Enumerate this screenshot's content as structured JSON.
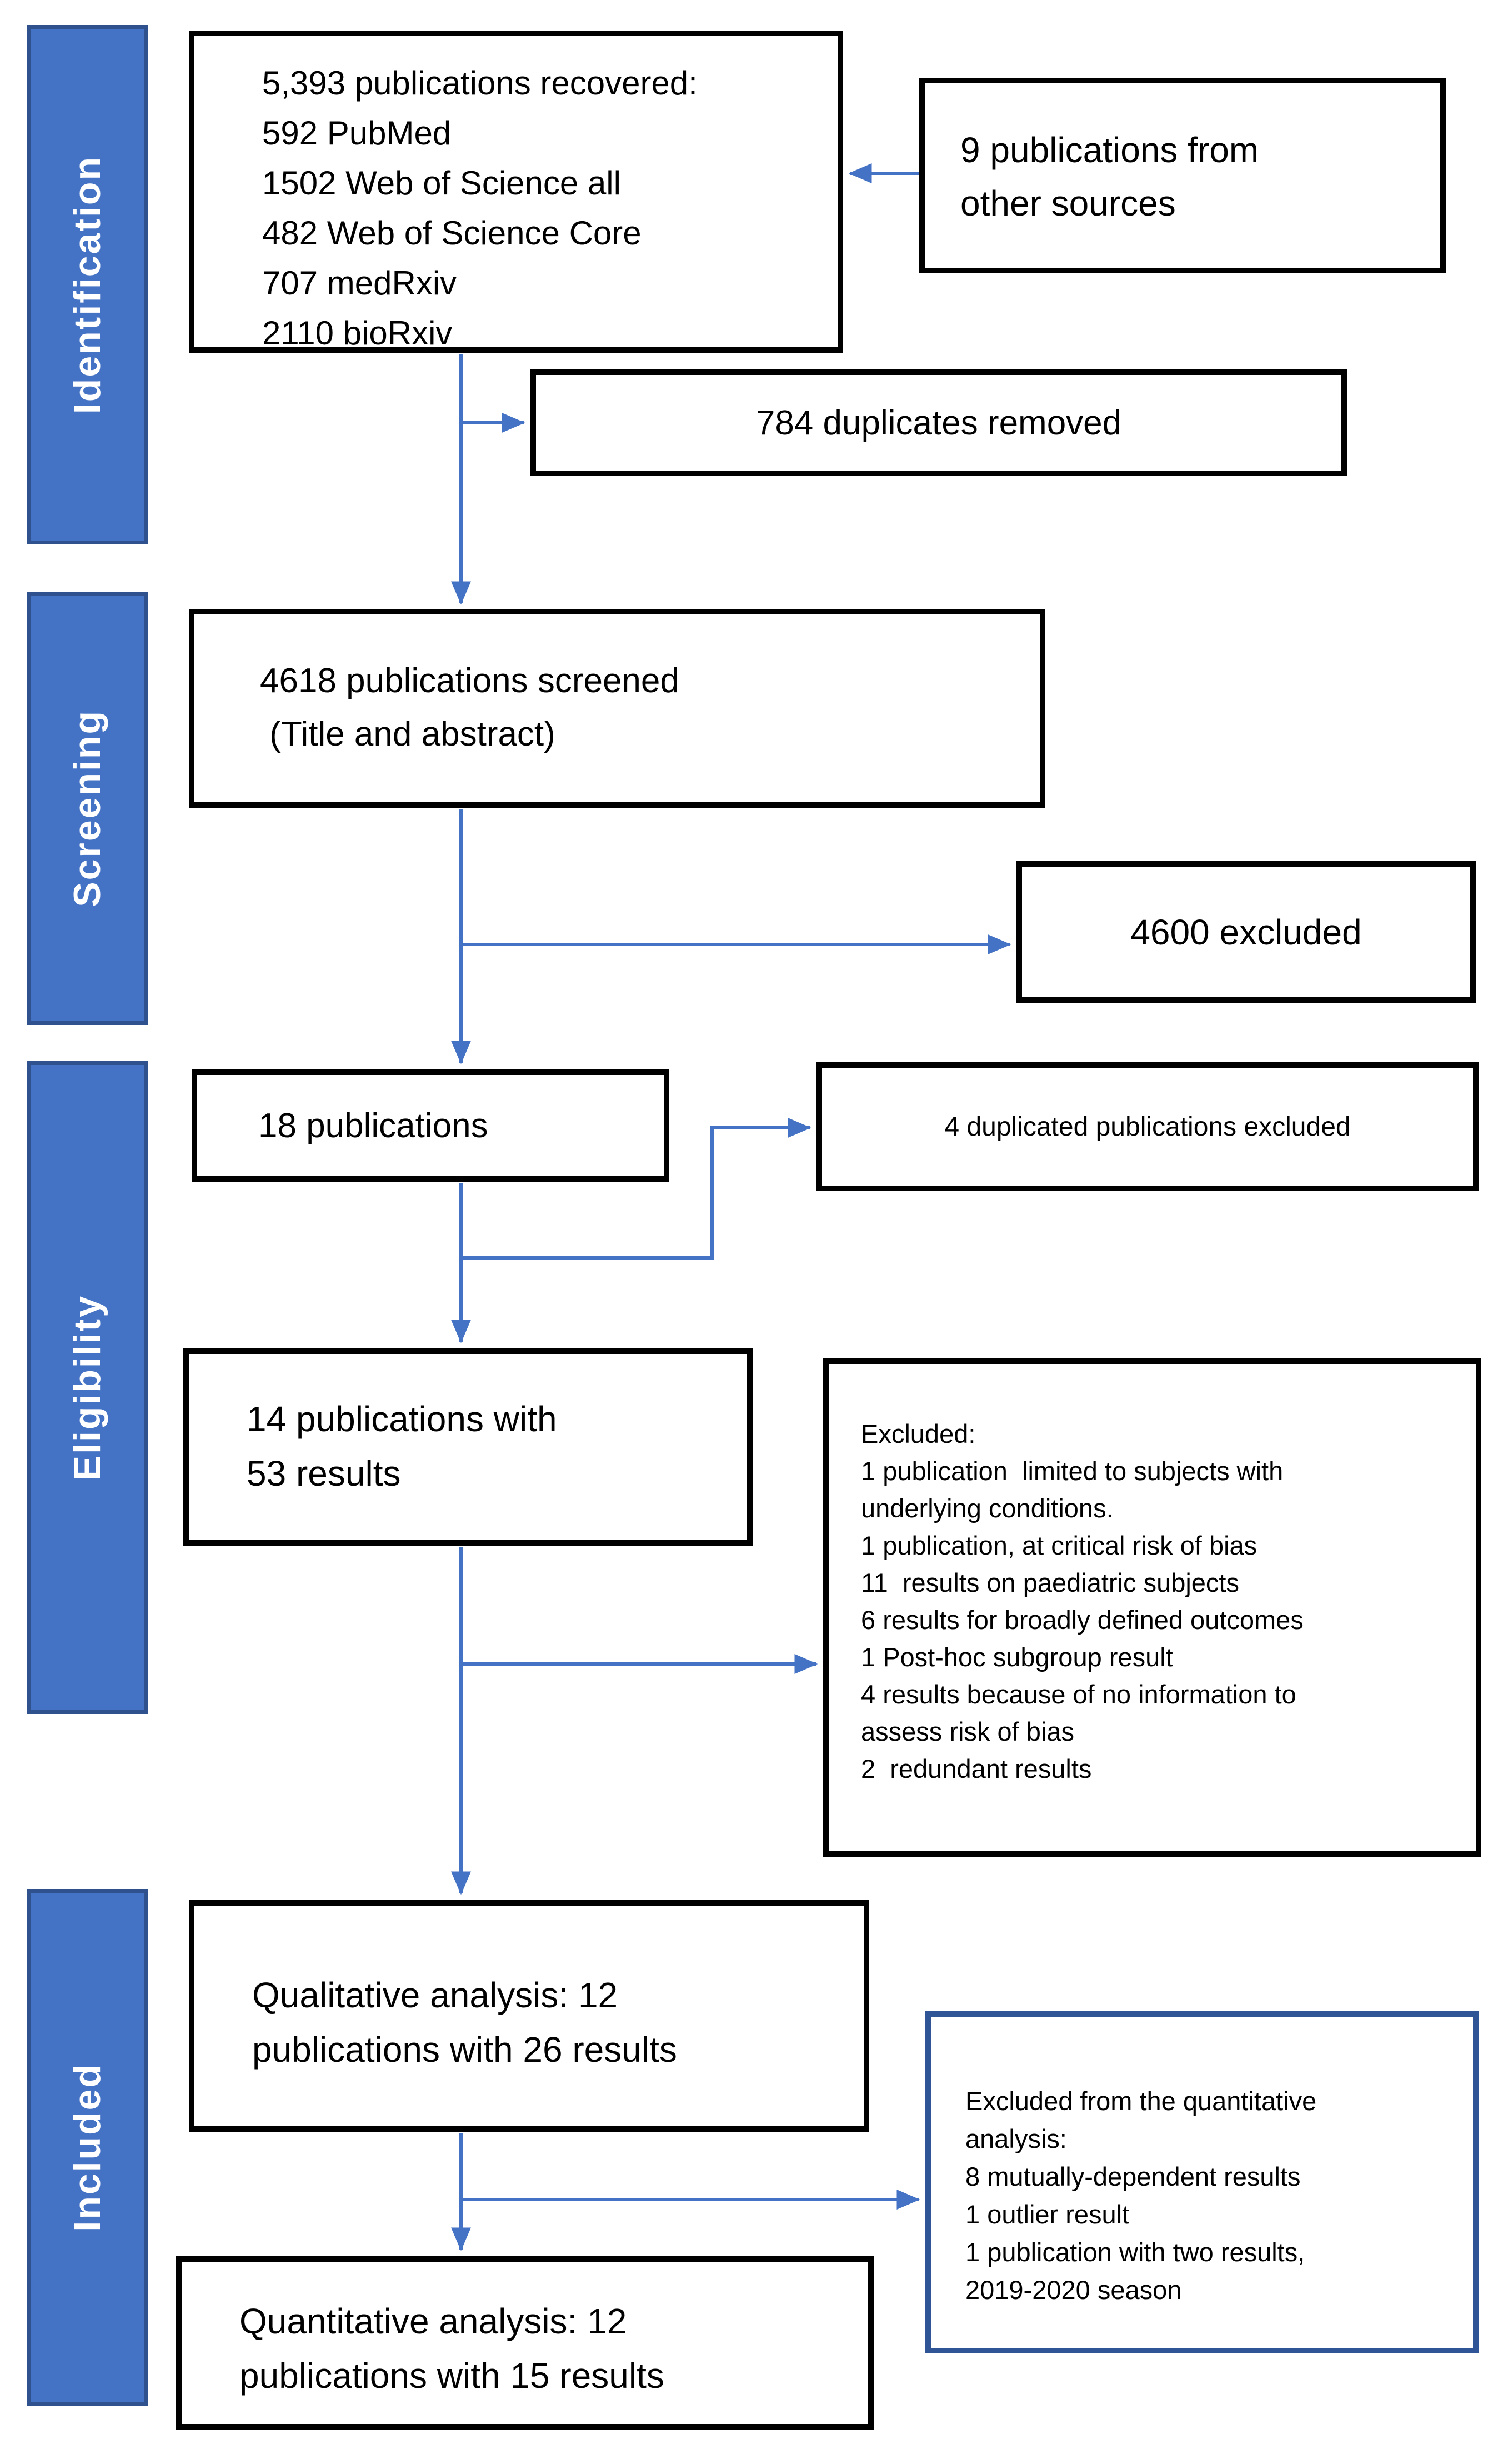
{
  "diagram_title": "PRISMA publication selection flow diagram",
  "colors": {
    "stage_fill": "#4472C4",
    "stage_border": "#2F528F",
    "arrow": "#4472C4",
    "box_border": "#000000",
    "quant_excluded_border": "#2F5597",
    "stage_text": "#FFFFFF"
  },
  "stages": [
    {
      "label": "Identification"
    },
    {
      "label": "Screening"
    },
    {
      "label": "Eligibility"
    },
    {
      "label": "Included"
    }
  ],
  "boxes": {
    "recovered": {
      "lines": [
        "5,393 publications recovered:",
        "592 PubMed",
        "1502 Web of Science all",
        "482 Web of Science Core",
        "707 medRxiv",
        "2110 bioRxiv"
      ]
    },
    "other_sources": {
      "lines": [
        "9 publications from",
        "other sources"
      ]
    },
    "duplicates_removed": {
      "text": "784 duplicates removed"
    },
    "screened": {
      "lines": [
        "4618 publications screened",
        " (Title and abstract)"
      ]
    },
    "excluded_4600": {
      "text": "4600 excluded"
    },
    "publications_18": {
      "text": "18 publications"
    },
    "duplicated_4": {
      "text": "4 duplicated publications excluded"
    },
    "publications_14": {
      "lines": [
        "14 publications with",
        "53 results"
      ]
    },
    "excluded_list": {
      "lines": [
        "Excluded:",
        "1 publication  limited to subjects with",
        "underlying conditions.",
        "1 publication, at critical risk of bias",
        "11  results on paediatric subjects",
        "6 results for broadly defined outcomes",
        "1 Post-hoc subgroup result",
        "4 results because of no information to",
        "assess risk of bias",
        "2  redundant results"
      ]
    },
    "qualitative": {
      "lines": [
        "Qualitative analysis: 12",
        "publications with 26 results"
      ]
    },
    "excluded_quantitative": {
      "lines": [
        "Excluded from the quantitative",
        "analysis:",
        "8 mutually-dependent results",
        "1 outlier result",
        "1 publication with two results,",
        "2019-2020 season"
      ]
    },
    "quantitative": {
      "lines": [
        "Quantitative analysis: 12",
        "publications with 15 results"
      ]
    }
  }
}
